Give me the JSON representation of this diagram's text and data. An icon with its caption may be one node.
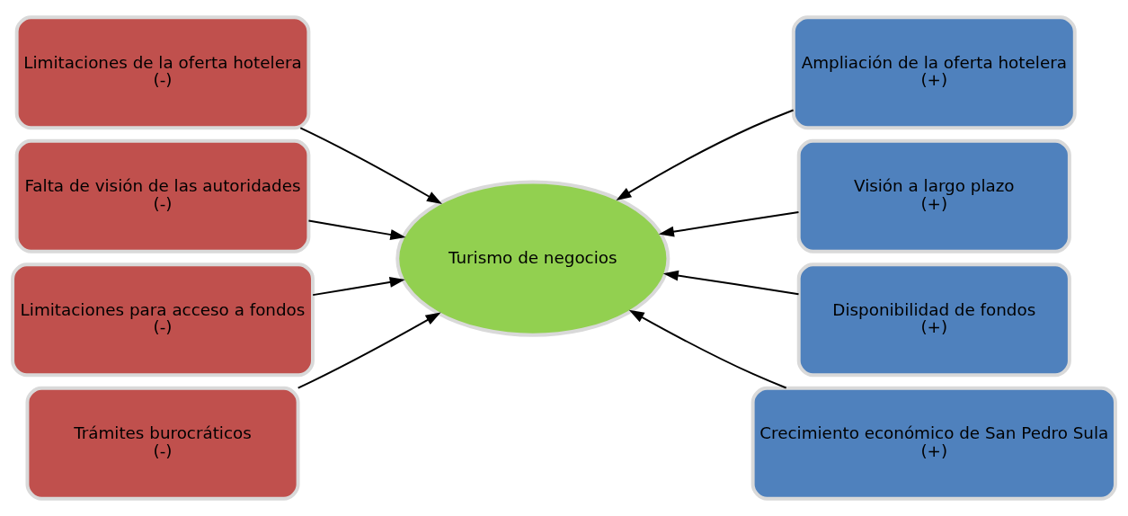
{
  "diagram": {
    "nodes": [
      {
        "text": [
          "Limitaciones de la oferta hotelera",
          "(-)"
        ]
      },
      {
        "text": [
          "Falta de visión de las autoridades",
          "(-)"
        ]
      },
      {
        "text": [
          "Limitaciones para acceso a fondos",
          "(-)"
        ]
      },
      {
        "text": [
          "Trámites burocráticos",
          "(-)"
        ]
      },
      {
        "text": [
          "Turismo de negocios"
        ]
      },
      {
        "text": [
          "Ampliación de la oferta hotelera",
          "(+)"
        ]
      },
      {
        "text": [
          "Visión a largo plazo",
          "(+)"
        ]
      },
      {
        "text": [
          "Disponibilidad de fondos",
          "(+)"
        ]
      },
      {
        "text": [
          "Crecimiento económico de San Pedro Sula",
          "(+)"
        ]
      }
    ],
    "edges": [
      {
        "from": 0,
        "to": 4,
        "arrow": "to"
      },
      {
        "from": 1,
        "to": 4,
        "arrow": "to"
      },
      {
        "from": 2,
        "to": 4,
        "arrow": "to"
      },
      {
        "from": 3,
        "to": 4,
        "arrow": "to"
      },
      {
        "from": 5,
        "to": 4,
        "arrow": "to"
      },
      {
        "from": 6,
        "to": 4,
        "arrow": "to"
      },
      {
        "from": 7,
        "to": 4,
        "arrow": "to"
      },
      {
        "from": 8,
        "to": 4,
        "arrow": "to"
      }
    ]
  }
}
